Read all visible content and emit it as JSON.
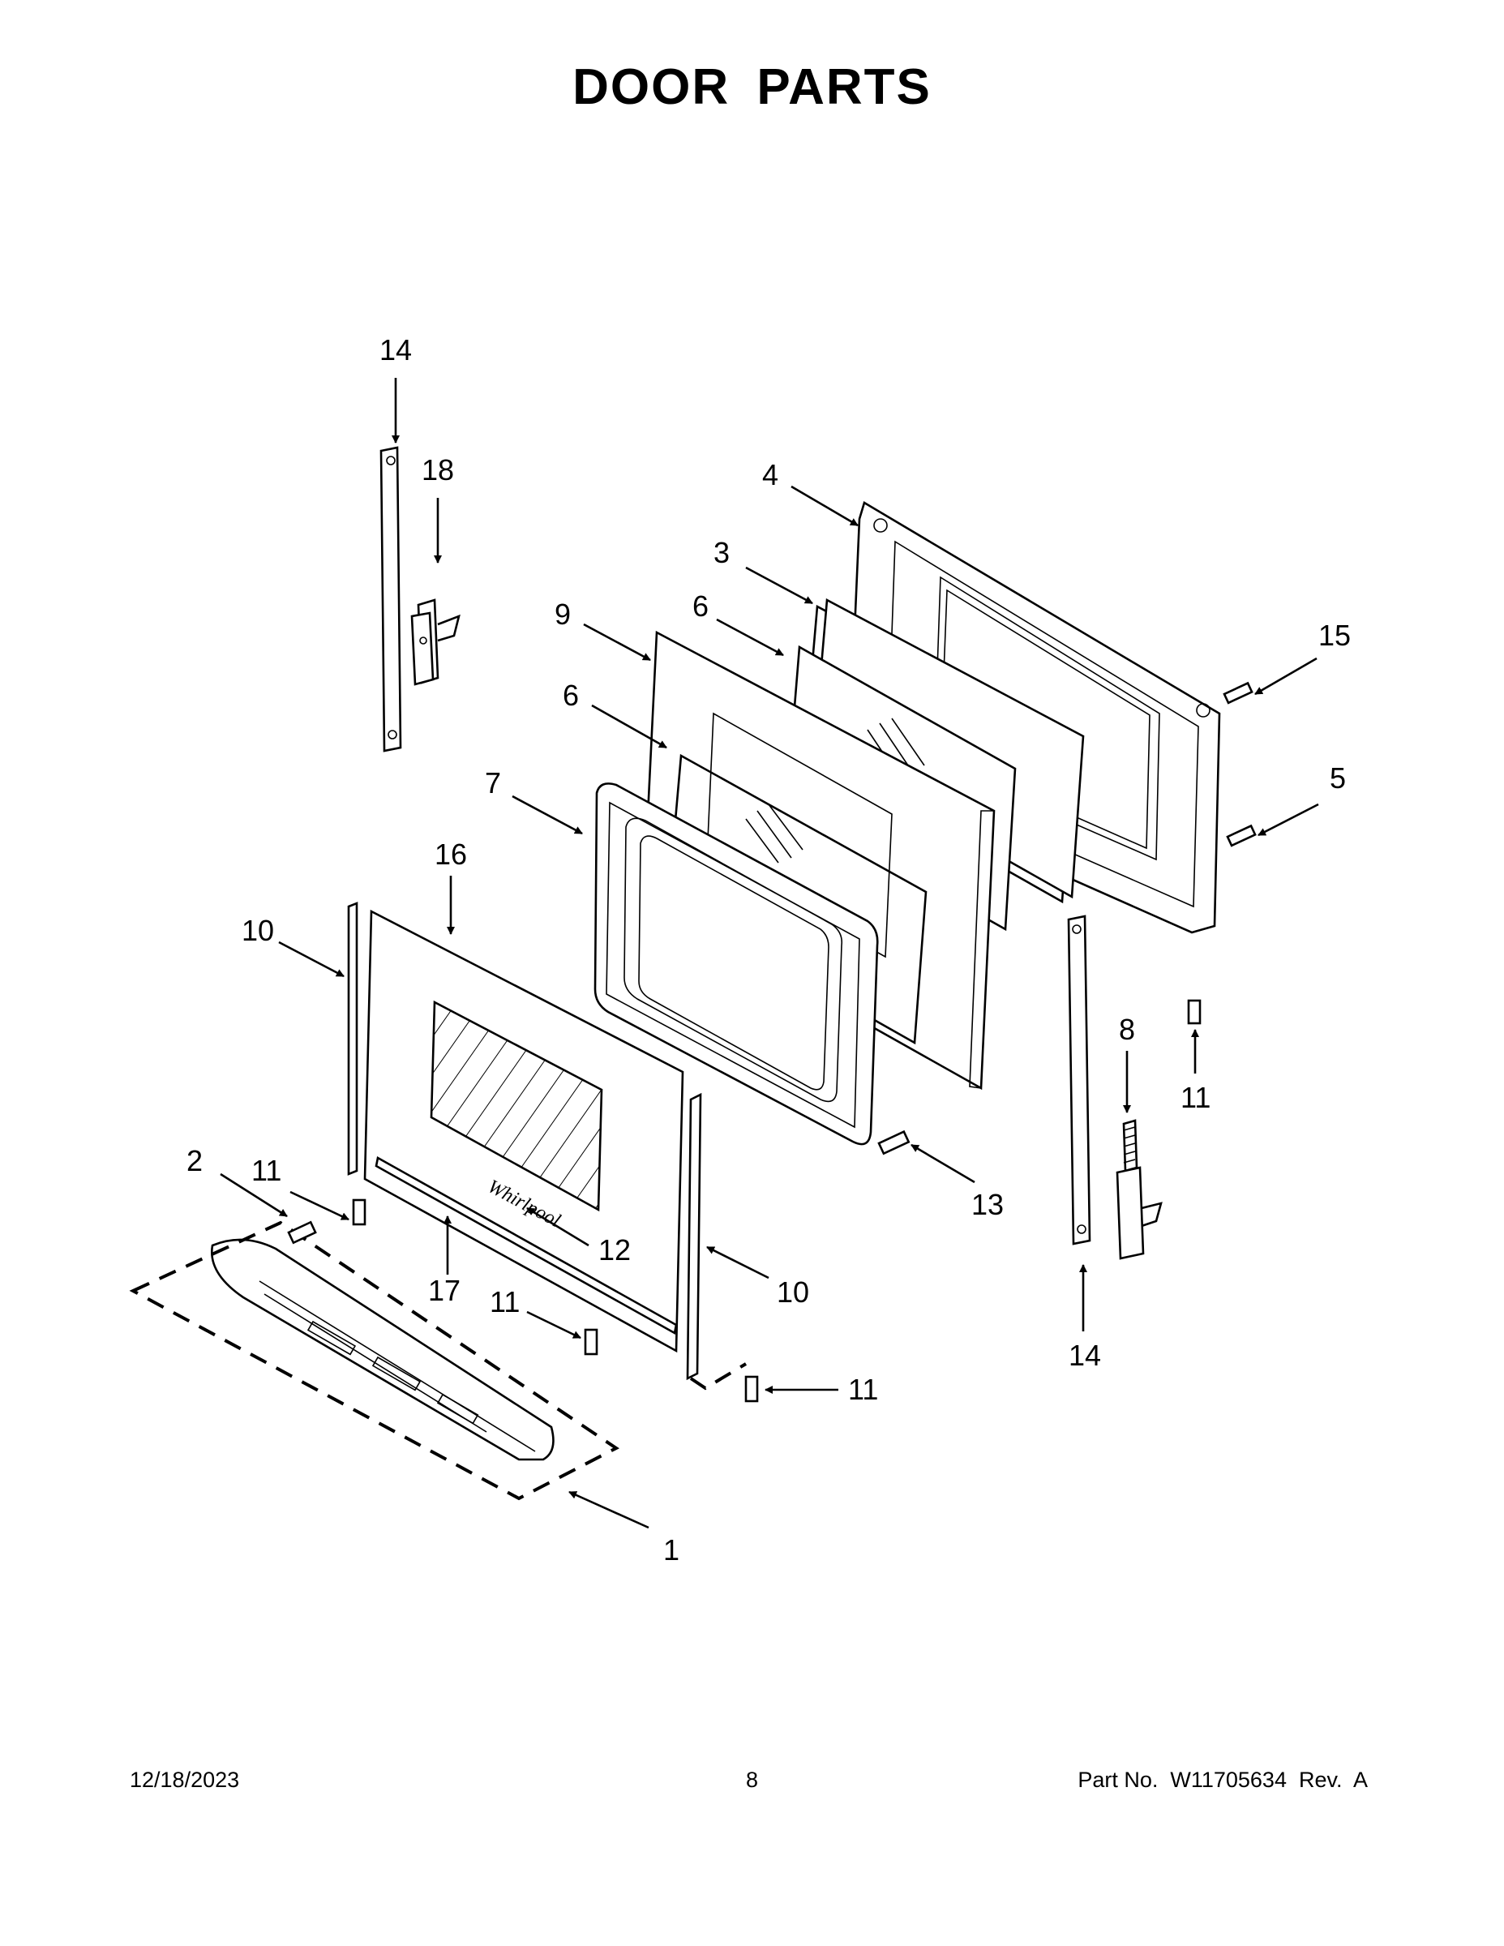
{
  "title": "DOOR PARTS",
  "footer": {
    "date": "12/18/2023",
    "page": "8",
    "part_number": "Part No.  W11705634  Rev.  A"
  },
  "callouts": [
    "14",
    "18",
    "4",
    "3",
    "9",
    "6",
    "6",
    "15",
    "7",
    "5",
    "16",
    "10",
    "8",
    "11",
    "2",
    "11",
    "12",
    "13",
    "17",
    "11",
    "10",
    "14",
    "11",
    "1"
  ]
}
